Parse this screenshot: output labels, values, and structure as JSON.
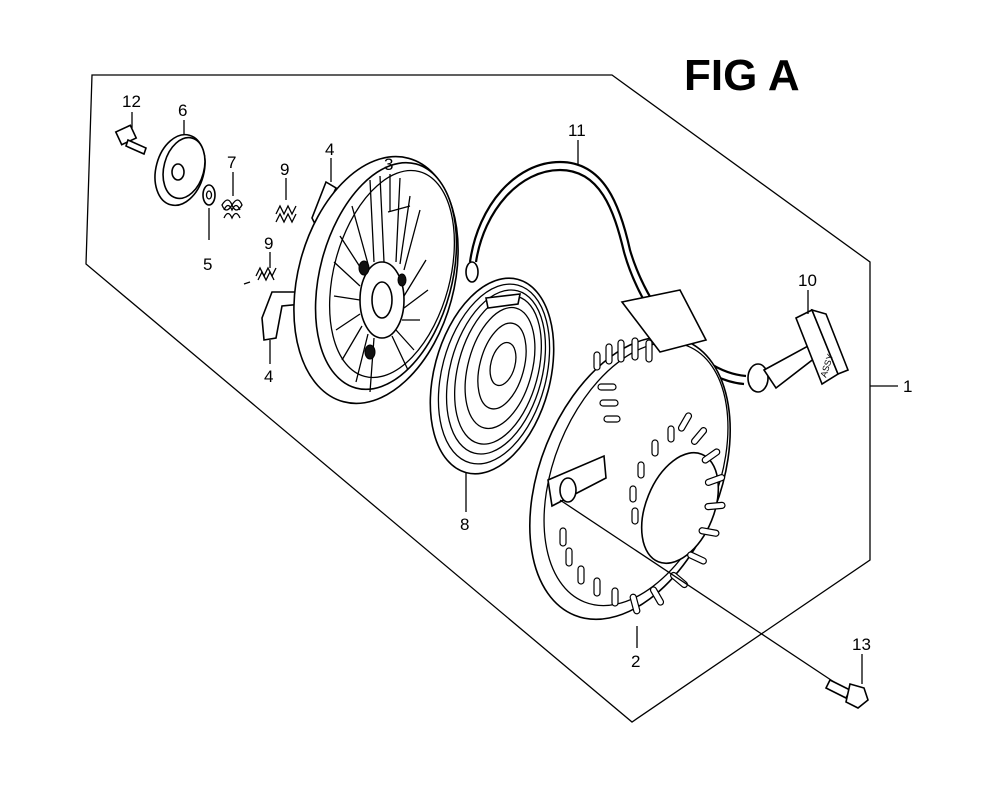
{
  "figure": {
    "title": "FIG A"
  },
  "callouts": {
    "c1": "1",
    "c2": "2",
    "c3": "3",
    "c4a": "4",
    "c4b": "4",
    "c5": "5",
    "c6": "6",
    "c7": "7",
    "c8": "8",
    "c9a": "9",
    "c9b": "9",
    "c10": "10",
    "c11": "11",
    "c12": "12",
    "c13": "13"
  },
  "parts": {
    "handle_marking": "ASSY"
  }
}
